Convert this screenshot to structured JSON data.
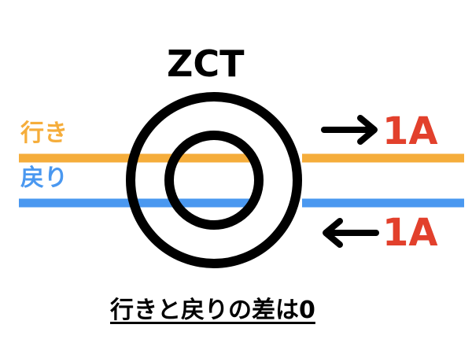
{
  "title": "ZCT",
  "outgoing": {
    "label": "行き",
    "color": "#f5ad3b"
  },
  "return": {
    "label": "戻り",
    "color": "#4a98f0"
  },
  "current_top": {
    "value": "1A",
    "direction": "right"
  },
  "current_bottom": {
    "value": "1A",
    "direction": "left"
  },
  "current_color": "#e2402c",
  "caption": "行きと戻りの差は0"
}
